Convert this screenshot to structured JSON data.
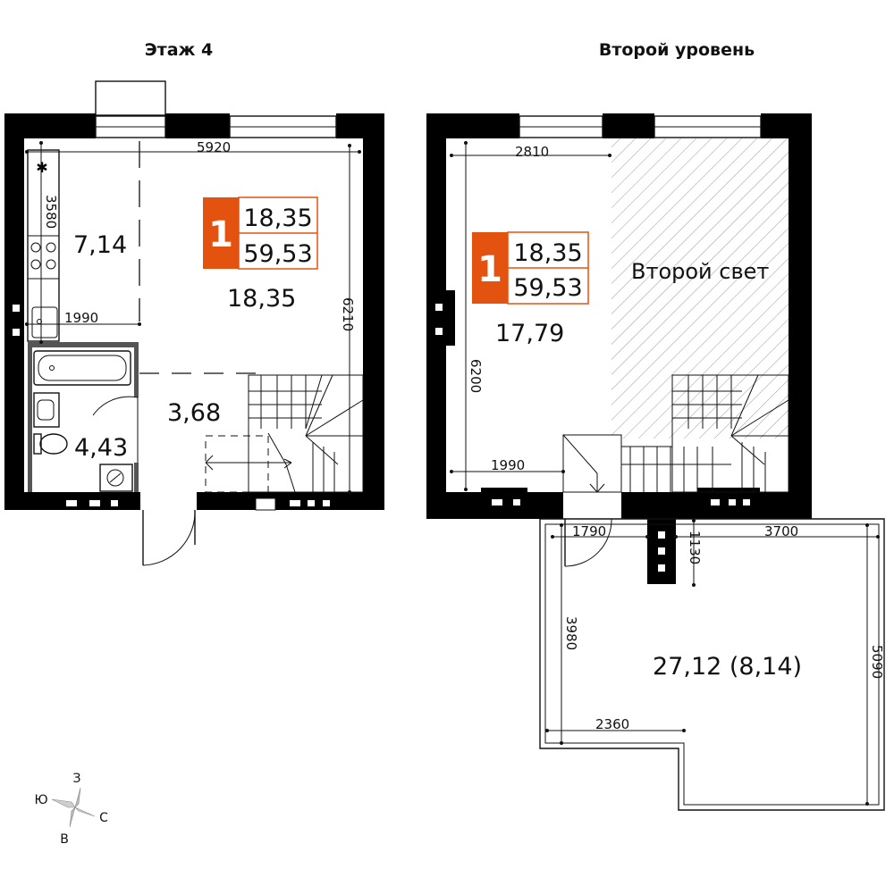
{
  "floor_left": {
    "title": "Этаж 4",
    "badge": {
      "rooms": "1",
      "living_area": "18,35",
      "total_area": "59,53"
    },
    "rooms": {
      "kitchen": "7,14",
      "living": "18,35",
      "hall": "3,68",
      "bathroom": "4,43"
    },
    "dimensions": {
      "width_top": "5920",
      "kitchen_height": "3580",
      "kitchen_width": "1990",
      "height_right": "6210"
    }
  },
  "floor_right": {
    "title": "Второй уровень",
    "badge": {
      "rooms": "1",
      "living_area": "18,35",
      "total_area": "59,53"
    },
    "rooms": {
      "room": "17,79",
      "second_light": "Второй свет",
      "terrace": "27,12 (8,14)"
    },
    "dimensions": {
      "width_top": "2810",
      "height_left": "6200",
      "width_bottom": "1990",
      "terrace_entry": "1790",
      "terrace_offset": "1130",
      "terrace_width": "3700",
      "terrace_height_left": "3980",
      "terrace_width_bottom": "2360",
      "terrace_height_right": "5090"
    }
  },
  "compass": {
    "north_label": "З",
    "east_label": "С",
    "south_label": "В",
    "west_label": "Ю"
  },
  "colors": {
    "badge_accent": "#e4520f",
    "wall": "#000000",
    "hatch": "#9a9a9a"
  }
}
